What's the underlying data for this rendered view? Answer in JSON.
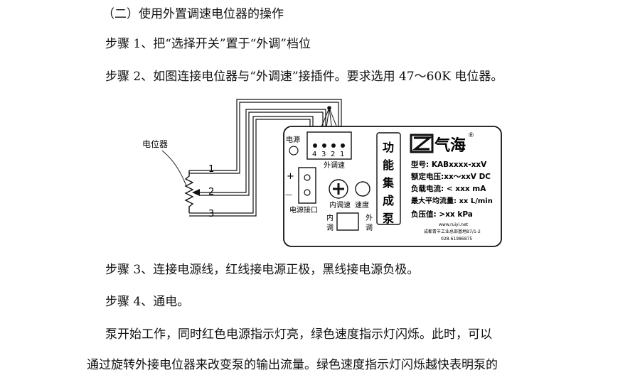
{
  "doc": {
    "heading": "（二）使用外置调速电位器的操作",
    "step1": "步骤 1、把“选择开关”置于“外调”档位",
    "step2": "步骤 2、如图连接电位器与“外调速”接插件。要求选用 47～60K 电位器。",
    "step3": "步骤 3、连接电源线，红线接电源正极，黑线接电源负极。",
    "step4": "步骤 4、通电。",
    "para1": "泵开始工作，同时红色电源指示灯亮，绿色速度指示灯闪烁。此时，可以",
    "para2": "通过旋转外接电位器来改变泵的输出流量。绿色速度指示灯闪烁越快表明泵的"
  },
  "diagram": {
    "pot_label": "电位器",
    "wire_numbers": [
      "1",
      "2",
      "3"
    ],
    "power_label": "电源",
    "plus": "+",
    "minus": "—",
    "power_port_label": "电源接口",
    "terminal_pins": [
      "4",
      "3",
      "2",
      "1"
    ],
    "ext_speed_label": "外调速",
    "internal_speed_label": "内调速",
    "speed_label": "速度",
    "switch_left": [
      "内",
      "调"
    ],
    "switch_right": [
      "外",
      "调"
    ],
    "vertical_title": [
      "功",
      "能",
      "集",
      "成",
      "泵"
    ],
    "logo_text": "气海",
    "logo_reg": "®",
    "spec_lines": [
      "型号: KABxxxx-xxV",
      "额定电压:xx～xxV DC",
      "负载电流: < xxx mA",
      "最大平均流量: xx L/min",
      "负压值: >xx kPa"
    ],
    "url": "www.ruiyi.net",
    "address": "成都青羊工业总部基地B7/1-2",
    "phone": "028-61986875"
  }
}
